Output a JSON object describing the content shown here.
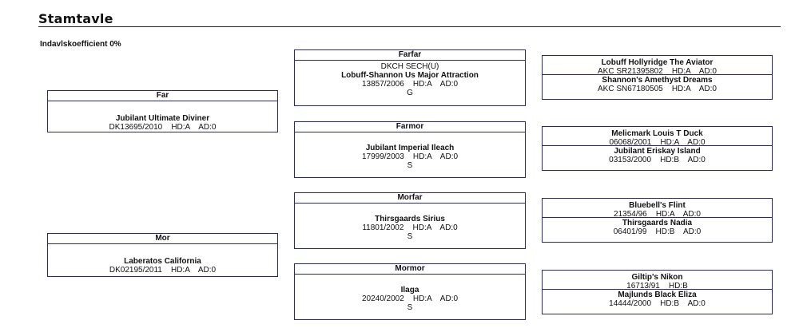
{
  "title": "Stamtavle",
  "coefficient": "Indavlskoefficient 0%",
  "far": {
    "label": "Far",
    "name": "Jubilant Ultimate Diviner",
    "reg": "DK13695/2010    HD:A    AD:0"
  },
  "mor": {
    "label": "Mor",
    "name": "Laberatos California",
    "reg": "DK02195/2011    HD:A    AD:0"
  },
  "farfar": {
    "label": "Farfar",
    "titles": "DKCH SECH(U)",
    "name": "Lobuff-Shannon Us Major Attraction",
    "reg": "13857/2006    HD:A    AD:0",
    "sex": "G"
  },
  "farmor": {
    "label": "Farmor",
    "name": "Jubilant Imperial Ileach",
    "reg": "17999/2003    HD:A    AD:0",
    "sex": "S"
  },
  "morfar": {
    "label": "Morfar",
    "name": "Thirsgaards Sirius",
    "reg": "11801/2002    HD:A    AD:0",
    "sex": "S"
  },
  "mormor": {
    "label": "Mormor",
    "name": "Ilaga",
    "reg": "20240/2002    HD:A    AD:0",
    "sex": "S"
  },
  "gg": [
    {
      "sire": {
        "name": "Lobuff Hollyridge The Aviator",
        "reg": "AKC SR21395802    HD:A    AD:0"
      },
      "dam": {
        "name": "Shannon's Amethyst Dreams",
        "reg": "AKC SN67180505    HD:A    AD:0"
      }
    },
    {
      "sire": {
        "name": "Melicmark Louis T Duck",
        "reg": "06068/2001    HD:A    AD:0"
      },
      "dam": {
        "name": "Jubilant Eriskay Island",
        "reg": "03153/2000    HD:B    AD:0"
      }
    },
    {
      "sire": {
        "name": "Bluebell's Flint",
        "reg": "21354/96    HD:A    AD:0"
      },
      "dam": {
        "name": "Thirsgaards Nadia",
        "reg": "06401/99    HD:B    AD:0"
      }
    },
    {
      "sire": {
        "name": "Giltip's Nikon",
        "reg": "16713/91    HD:B"
      },
      "dam": {
        "name": "Majlunds Black Eliza",
        "reg": "14444/2000    HD:B    AD:0"
      }
    }
  ]
}
